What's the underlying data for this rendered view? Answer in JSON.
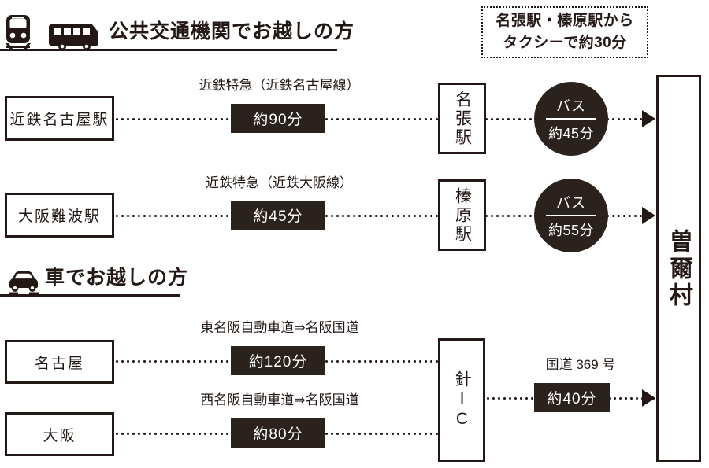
{
  "sections": [
    {
      "id": "public-transport",
      "heading": "公共交通機関でお越しの方",
      "icons": [
        "train-icon",
        "bus-icon"
      ]
    },
    {
      "id": "car",
      "heading": "車でお越しの方",
      "icons": [
        "car-icon"
      ]
    }
  ],
  "note": {
    "line1": "名張駅・榛原駅から",
    "line2": "タクシーで約30分"
  },
  "destination": {
    "label": "曽爾村"
  },
  "transit_routes": [
    {
      "origin": "近鉄名古屋駅",
      "caption": "近鉄特急（近鉄名古屋線）",
      "duration": "約90分",
      "transfer": "名張駅",
      "final_mode": "バス",
      "final_duration": "約45分"
    },
    {
      "origin": "大阪難波駅",
      "caption": "近鉄特急（近鉄大阪線）",
      "duration": "約45分",
      "transfer": "榛原駅",
      "final_mode": "バス",
      "final_duration": "約55分"
    }
  ],
  "car_routes": [
    {
      "origin": "名古屋",
      "caption": "東名阪自動車道⇒名阪国道",
      "duration": "約120分"
    },
    {
      "origin": "大阪",
      "caption": "西名阪自動車道⇒名阪国道",
      "duration": "約80分"
    }
  ],
  "car_interchange": {
    "name": "針",
    "type": "IC"
  },
  "car_final": {
    "caption": "国道 369 号",
    "duration": "約40分"
  },
  "colors": {
    "ink": "#231815",
    "chip": "#2b211d",
    "paper": "#ffffff"
  }
}
